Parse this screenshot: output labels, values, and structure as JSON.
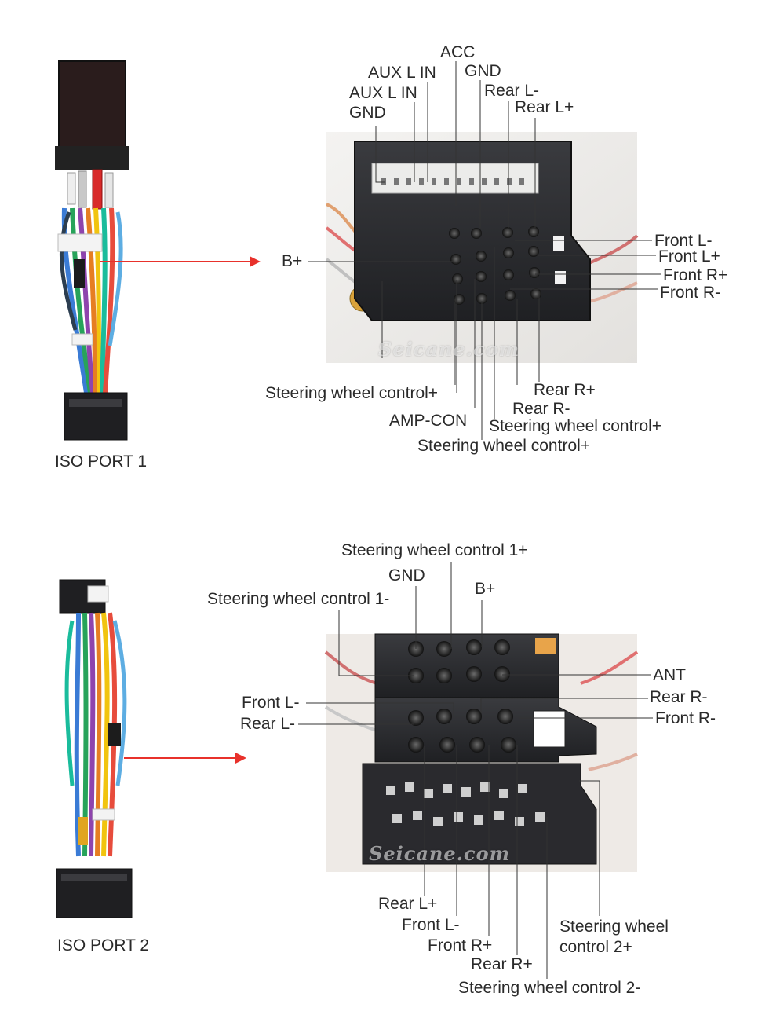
{
  "colors": {
    "arrow": "#e8312b",
    "leader": "#333333",
    "connector_body": "#2c2d30",
    "socket_white": "#eeeeea"
  },
  "watermark": "Seicane.com",
  "port1": {
    "title": "ISO PORT 1",
    "labels_top": [
      "ACC",
      "AUX L IN",
      "GND",
      "AUX L IN",
      "Rear L-",
      "GND",
      "Rear L+"
    ],
    "labels_left": [
      "B+"
    ],
    "labels_right": [
      "Front L-",
      "Front L+",
      "Front R+",
      "Front R-"
    ],
    "labels_bottom": [
      "Steering wheel control+",
      "Rear R+",
      "Rear R-",
      "AMP-CON",
      "Steering wheel control+",
      "Steering wheel control+"
    ]
  },
  "port2": {
    "title": "ISO PORT 2",
    "labels_top": [
      "Steering wheel control 1+",
      "GND",
      "B+",
      "Steering wheel control 1-"
    ],
    "labels_left": [
      "Front L-",
      "Rear L-"
    ],
    "labels_right": [
      "ANT",
      "Rear R-",
      "Front R-"
    ],
    "labels_bottom": [
      "Rear L+",
      "Front L-",
      "Front R+",
      "Rear R+",
      "Steering wheel control 2-"
    ],
    "label_sw2plus_line1": "Steering wheel",
    "label_sw2plus_line2": "control 2+"
  }
}
